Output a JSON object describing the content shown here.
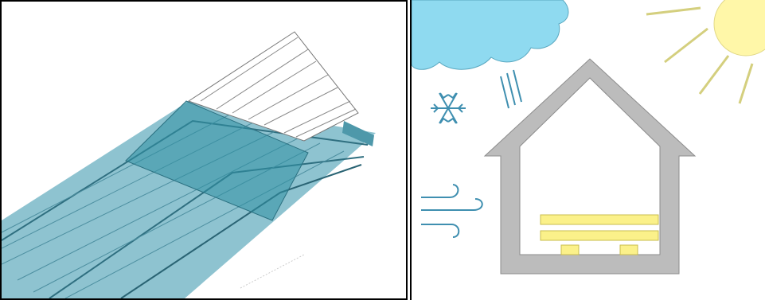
{
  "figure": {
    "panels": [
      {
        "id": "left",
        "content": "3d-render-ribbed-panel",
        "colors": {
          "panel_fill": "#7ab8c8",
          "panel_dark": "#2f6f80",
          "overlay_sheet": "#3e97a8",
          "ribs_outline": "#777777"
        }
      },
      {
        "id": "right",
        "content": "house-weather-illustration",
        "icons": [
          "cloud-icon",
          "rain-streaks-icon",
          "snowflake-icon",
          "wind-icon",
          "sun-icon",
          "house-icon",
          "insulation-layers-icon"
        ],
        "colors": {
          "cloud": "#8fdaf0",
          "sun": "#fff7a8",
          "sun_rays": "#d4cf7e",
          "house_wall": "#bcbcbc",
          "insulation": "#fbf18a",
          "snow_wind": "#3f8fb0"
        }
      }
    ]
  }
}
